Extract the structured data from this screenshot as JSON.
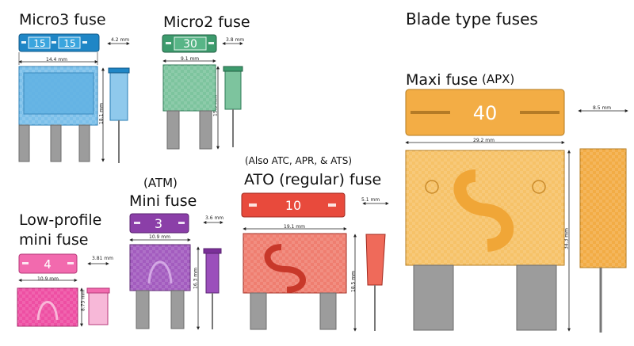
{
  "title": "Blade type fuses",
  "fuses": {
    "micro3": {
      "name": "Micro3 fuse",
      "ratings": [
        "15",
        "15"
      ],
      "width": "14.4 mm",
      "thickness": "4.2 mm",
      "height": "18.1 mm",
      "color": "#2a8fd0"
    },
    "micro2": {
      "name": "Micro2 fuse",
      "rating": "30",
      "width": "9.1 mm",
      "thickness": "3.8 mm",
      "height": "15.3 mm",
      "color": "#3a9a6a"
    },
    "lowprofile": {
      "name_line1": "Low-profile",
      "name_line2": "mini fuse",
      "rating": "4",
      "width": "10.9 mm",
      "thickness": "3.81 mm",
      "height": "8.73 mm",
      "color": "#e5449a"
    },
    "mini": {
      "alias": "(ATM)",
      "name": "Mini fuse",
      "rating": "3",
      "width": "10.9 mm",
      "thickness": "3.6 mm",
      "height": "16.3 mm",
      "color": "#8a3ea6"
    },
    "ato": {
      "alias": "(Also ATC, APR, &  ATS)",
      "name": "ATO (regular) fuse",
      "rating": "10",
      "width": "19.1 mm",
      "thickness": "5.1 mm",
      "height": "18.5 mm",
      "color": "#e64a3c"
    },
    "maxi": {
      "name": "Maxi fuse",
      "alias": "(APX)",
      "rating": "40",
      "width": "29.2 mm",
      "thickness": "8.5 mm",
      "height": "34.3 mm",
      "color": "#f2a93b"
    }
  }
}
